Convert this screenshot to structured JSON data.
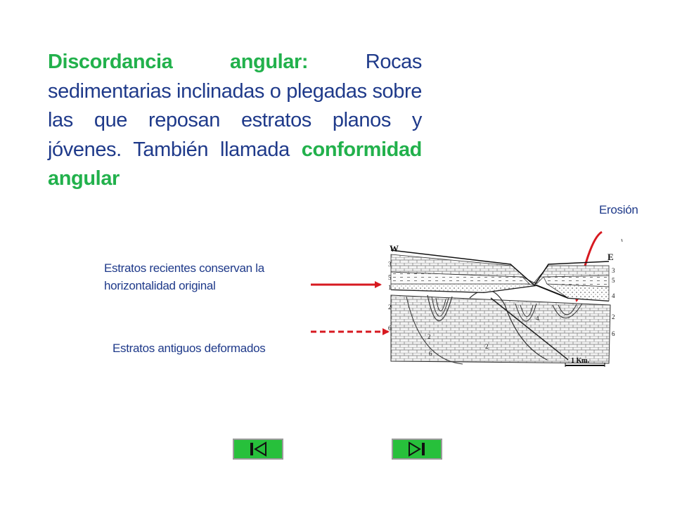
{
  "slide": {
    "term": "Discordancia angular:",
    "definition": " Rocas sedimentarias inclinadas o plegadas sobre las que reposan estratos planos y jóvenes. También llamada ",
    "alt_term": "conformidad angular"
  },
  "labels": {
    "erosion": "Erosión",
    "recent_strata": "Estratos recientes conservan la horizontalidad original",
    "old_strata": "Estratos antiguos deformados"
  },
  "diagram": {
    "west": "W",
    "east": "E",
    "scale": "1 Km.",
    "left_layers": [
      "3",
      "5",
      "1",
      "2",
      "6"
    ],
    "right_layers": [
      "3",
      "5",
      "4",
      "2",
      "6"
    ],
    "inner_labels": [
      "2",
      "2",
      "6",
      "4"
    ]
  },
  "nav": {
    "first_icon": "skip-to-first-icon",
    "last_icon": "skip-to-last-icon"
  },
  "colors": {
    "accent_green": "#22b14c",
    "text_blue": "#1f3a8a",
    "arrow_red": "#d71920",
    "button_green": "#27c03b"
  }
}
